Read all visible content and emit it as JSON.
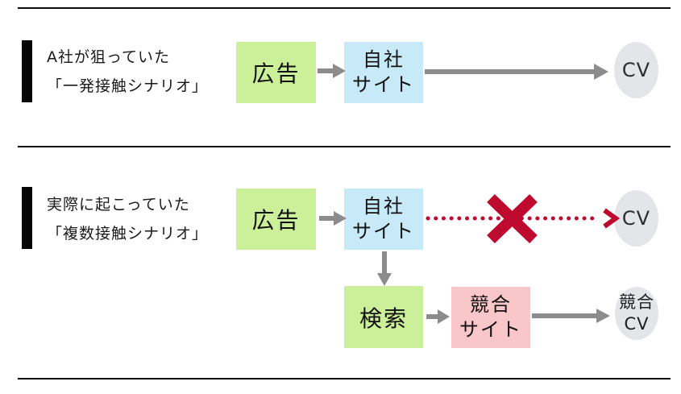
{
  "scenario1": {
    "label_line1": "A社が狙っていた",
    "label_line2": "「一発接触シナリオ」",
    "ad": "広告",
    "own_site_line1": "自社",
    "own_site_line2": "サイト",
    "cv": "CV"
  },
  "scenario2": {
    "label_line1": "実際に起こっていた",
    "label_line2": "「複数接触シナリオ」",
    "ad": "広告",
    "own_site_line1": "自社",
    "own_site_line2": "サイト",
    "cv": "CV",
    "search": "検索",
    "competitor_site_line1": "競合",
    "competitor_site_line2": "サイト",
    "competitor_cv_line1": "競合",
    "competitor_cv_line2": "CV"
  },
  "colors": {
    "ad_box": "#ccf099",
    "own_site_box": "#c8e9f8",
    "competitor_box": "#f9c6c9",
    "cv_ellipse": "#e3e5e8",
    "arrow_gray": "#8c8c8c",
    "blocked_red": "#bd0a2e",
    "rule_black": "#0d0d0d"
  }
}
